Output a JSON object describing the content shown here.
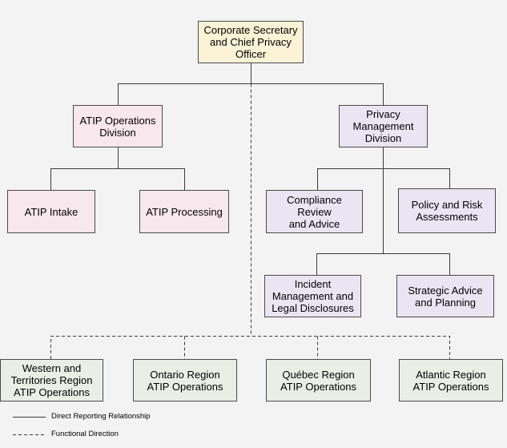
{
  "nodes": {
    "ceo": "Corporate Secretary\nand Chief Privacy\nOfficer",
    "atip_ops": "ATIP Operations\nDivision",
    "privacy_mgmt": "Privacy\nManagement\nDivision",
    "atip_intake": "ATIP Intake",
    "atip_processing": "ATIP Processing",
    "compliance": "Compliance\nReview\nand Advice",
    "policy_risk": "Policy and Risk\nAssessments",
    "incident": "Incident\nManagement and\nLegal Disclosures",
    "strategic": "Strategic Advice\nand Planning",
    "western": "Western and\nTerritories Region\nATIP Operations",
    "ontario": "Ontario Region\nATIP Operations",
    "quebec": "Québec Region\nATIP Operations",
    "atlantic": "Atlantic Region\nATIP Operations"
  },
  "legend": {
    "solid": "Direct Reporting Relationship",
    "dashed": "Functional Direction"
  }
}
